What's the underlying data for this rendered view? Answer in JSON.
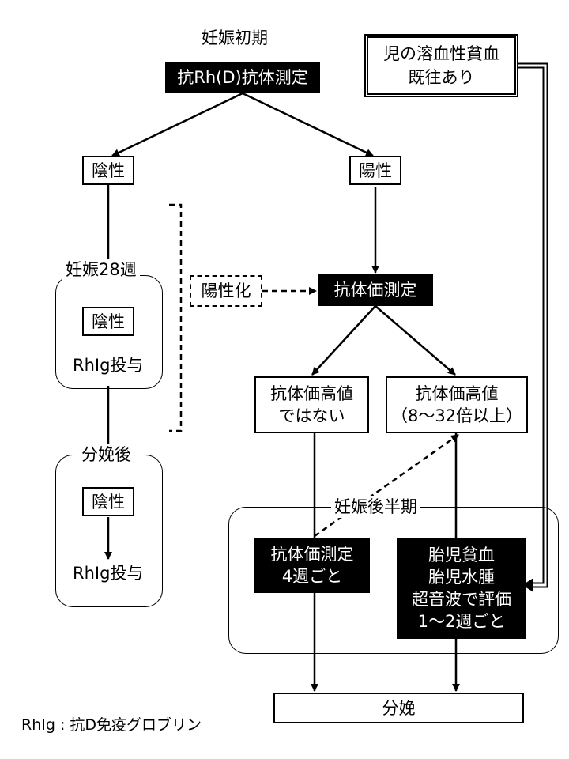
{
  "header": {
    "early_pregnancy": "妊娠初期",
    "antibody_test": "抗Rh(D)抗体測定"
  },
  "prior_history": {
    "line1": "児の溶血性貧血",
    "line2": "既往あり"
  },
  "left": {
    "negative": "陰性",
    "week28": {
      "title": "妊娠28週",
      "negative": "陰性",
      "rhig": "RhIg投与"
    },
    "postpartum": {
      "title": "分娩後",
      "negative": "陰性",
      "rhig": "RhIg投与"
    }
  },
  "right": {
    "positive": "陽性",
    "conversion": "陽性化",
    "titer_test": "抗体価測定",
    "not_high": {
      "line1": "抗体価高値",
      "line2": "ではない"
    },
    "high": {
      "line1": "抗体価高値",
      "line2": "（8～32倍以上）"
    },
    "late": {
      "title": "妊娠後半期",
      "monitor": {
        "line1": "抗体価測定",
        "line2": "4週ごと"
      },
      "anemia": {
        "line1": "胎児貧血",
        "line2": "胎児水腫",
        "line3": "超音波で評価",
        "line4": "1～2週ごと"
      }
    }
  },
  "delivery": "分娩",
  "footnote": "RhIg : 抗D免疫グロブリン"
}
